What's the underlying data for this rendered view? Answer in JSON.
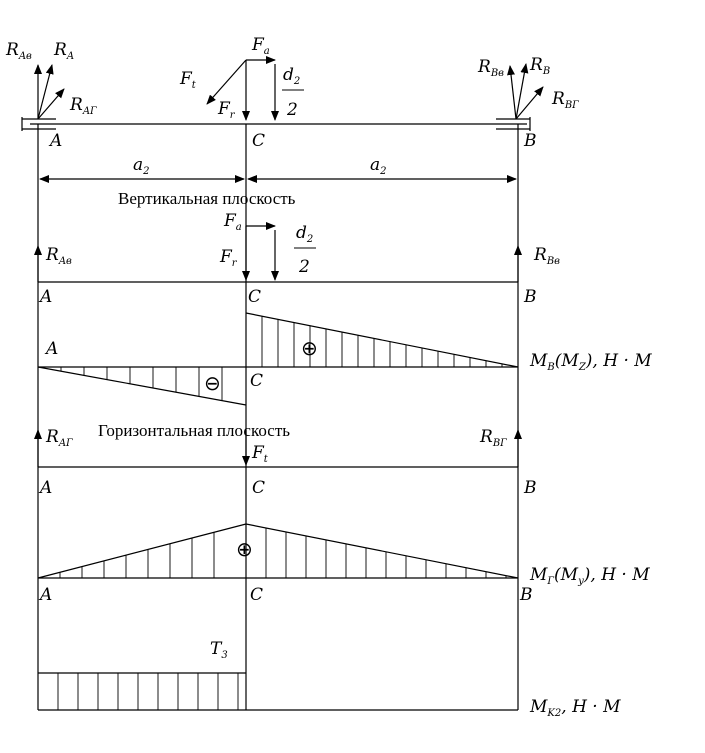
{
  "labels": {
    "point_a": "A",
    "point_b": "B",
    "point_c": "C",
    "r_a": "R",
    "r_a_sub": "A",
    "r_av": "R",
    "r_av_sub": "Aв",
    "r_ag": "R",
    "r_ag_sub": "AГ",
    "r_b": "R",
    "r_b_sub": "B",
    "r_bv": "R",
    "r_bv_sub": "Bв",
    "r_bg": "R",
    "r_bg_sub": "BГ",
    "f_a": "F",
    "f_a_sub": "a",
    "f_t": "F",
    "f_t_sub": "t",
    "f_r": "F",
    "f_r_sub": "r",
    "d": "d",
    "d_sub": "2",
    "two": "2",
    "a": "a",
    "a_sub": "2",
    "t": "T",
    "t_sub": "3",
    "plus": "⊕",
    "minus": "⊖"
  },
  "titles": {
    "vertical_plane": "Вертикальная плоскость",
    "horizontal_plane": "Горизонтальная плоскость"
  },
  "moment_labels": {
    "vertical": "M",
    "vertical_sub": "В",
    "vertical_paren": "(M",
    "vertical_paren_sub": "Z",
    "vertical_units": "), H · M",
    "horizontal": "M",
    "horizontal_sub": "Г",
    "horizontal_paren": "(M",
    "horizontal_paren_sub": "y",
    "horizontal_units": "), H · M",
    "torque": "M",
    "torque_sub": "K2",
    "torque_units": ", H · M"
  }
}
